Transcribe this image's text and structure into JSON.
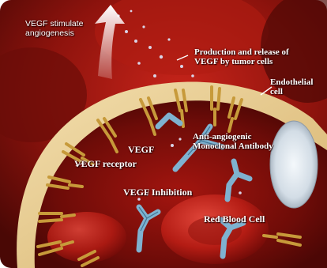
{
  "labels": {
    "vegf_stimulate": "VEGF stimulate\nangiogenesis",
    "production_release": "Production and release of\nVEGF by tumor cells",
    "endothelial": "Endothelial\ncell",
    "anti_angiogenic": "Anti-angiogenic\nMonoclonal Antibody",
    "vegf": "VEGF",
    "vegf_receptor": "VEGF receptor",
    "vegf_inhibition": "VEGF Inhibition",
    "red_blood_cell": "Red Blood Cell"
  },
  "colors": {
    "tissue_dark": "#5a0a06",
    "tissue_mid": "#a01812",
    "vessel_wall": "#e9cf94",
    "lumen": "#7a0e0a",
    "blood_cell": "#c3221a",
    "receptor": "#c79a3a",
    "antibody": "#7fb2d0",
    "label_text": "#ffffff"
  }
}
